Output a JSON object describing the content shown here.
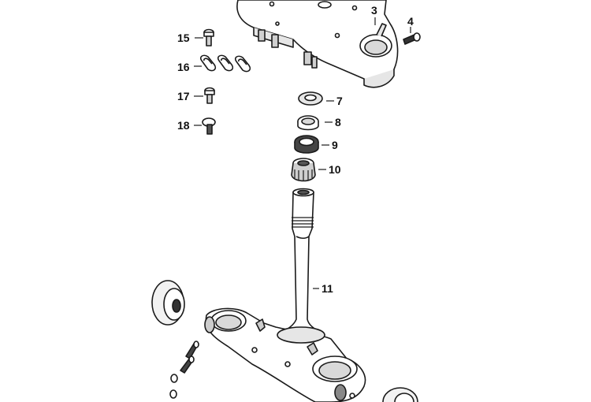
{
  "diagram": {
    "callouts": [
      {
        "id": "c3",
        "text": "3"
      },
      {
        "id": "c4",
        "text": "4"
      },
      {
        "id": "c7",
        "text": "7"
      },
      {
        "id": "c8",
        "text": "8"
      },
      {
        "id": "c9",
        "text": "9"
      },
      {
        "id": "c10",
        "text": "10"
      },
      {
        "id": "c11",
        "text": "11"
      },
      {
        "id": "c15",
        "text": "15"
      },
      {
        "id": "c16",
        "text": "16"
      },
      {
        "id": "c17",
        "text": "17"
      },
      {
        "id": "c18",
        "text": "18"
      }
    ],
    "colors": {
      "line": "#1a1a1a",
      "fill": "#ffffff",
      "shade": "#d9d9d9",
      "dark": "#555555"
    }
  }
}
